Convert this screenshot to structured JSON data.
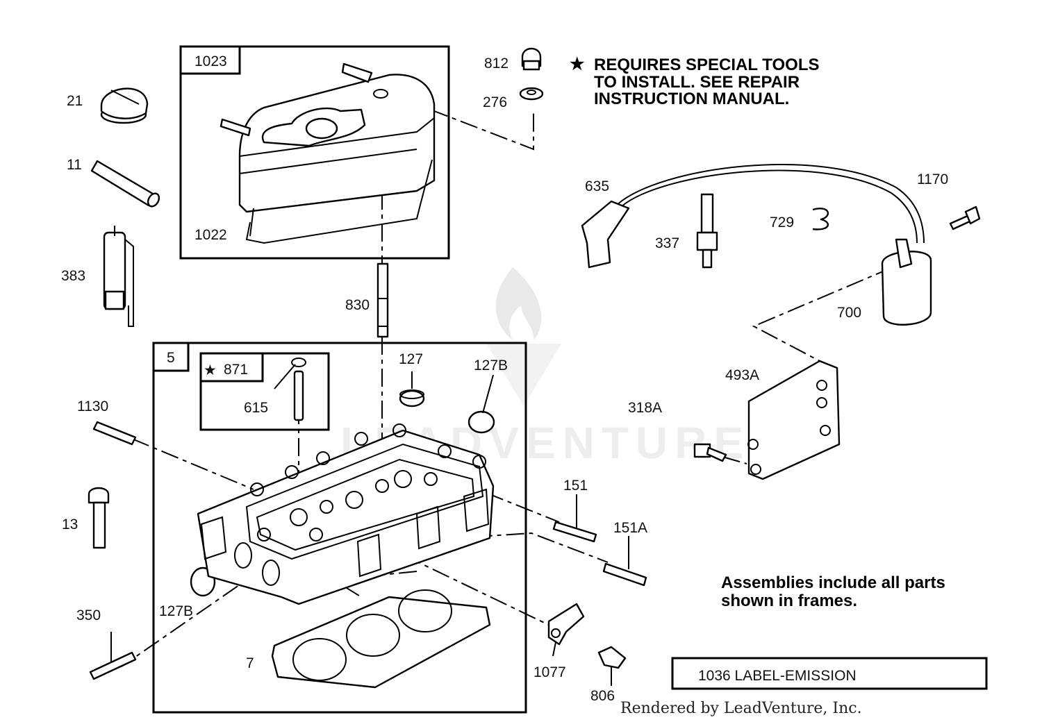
{
  "notes": {
    "special_tools": [
      "REQUIRES SPECIAL TOOLS",
      "TO INSTALL.  SEE REPAIR",
      "INSTRUCTION MANUAL."
    ],
    "star_symbol": "★",
    "assemblies": [
      "Assemblies include all parts",
      "shown in frames."
    ]
  },
  "frames": {
    "valve_cover_frame": "1023",
    "head_frame": "5",
    "special_frame": "871"
  },
  "label_box": "1036  LABEL-EMISSION",
  "footer": "Rendered by LeadVenture, Inc.",
  "watermark": "LEADVENTURE",
  "parts": {
    "p21": "21",
    "p11": "11",
    "p383": "383",
    "p1022": "1022",
    "p812": "812",
    "p276": "276",
    "p635": "635",
    "p337": "337",
    "p729": "729",
    "p1170": "1170",
    "p700": "700",
    "p830": "830",
    "p127": "127",
    "p127b_top": "127B",
    "p615": "615",
    "p1130": "1130",
    "p493a": "493A",
    "p318a": "318A",
    "p13": "13",
    "p151": "151",
    "p151a": "151A",
    "p350": "350",
    "p127b_low": "127B",
    "p7": "7",
    "p1077": "1077",
    "p806": "806"
  }
}
